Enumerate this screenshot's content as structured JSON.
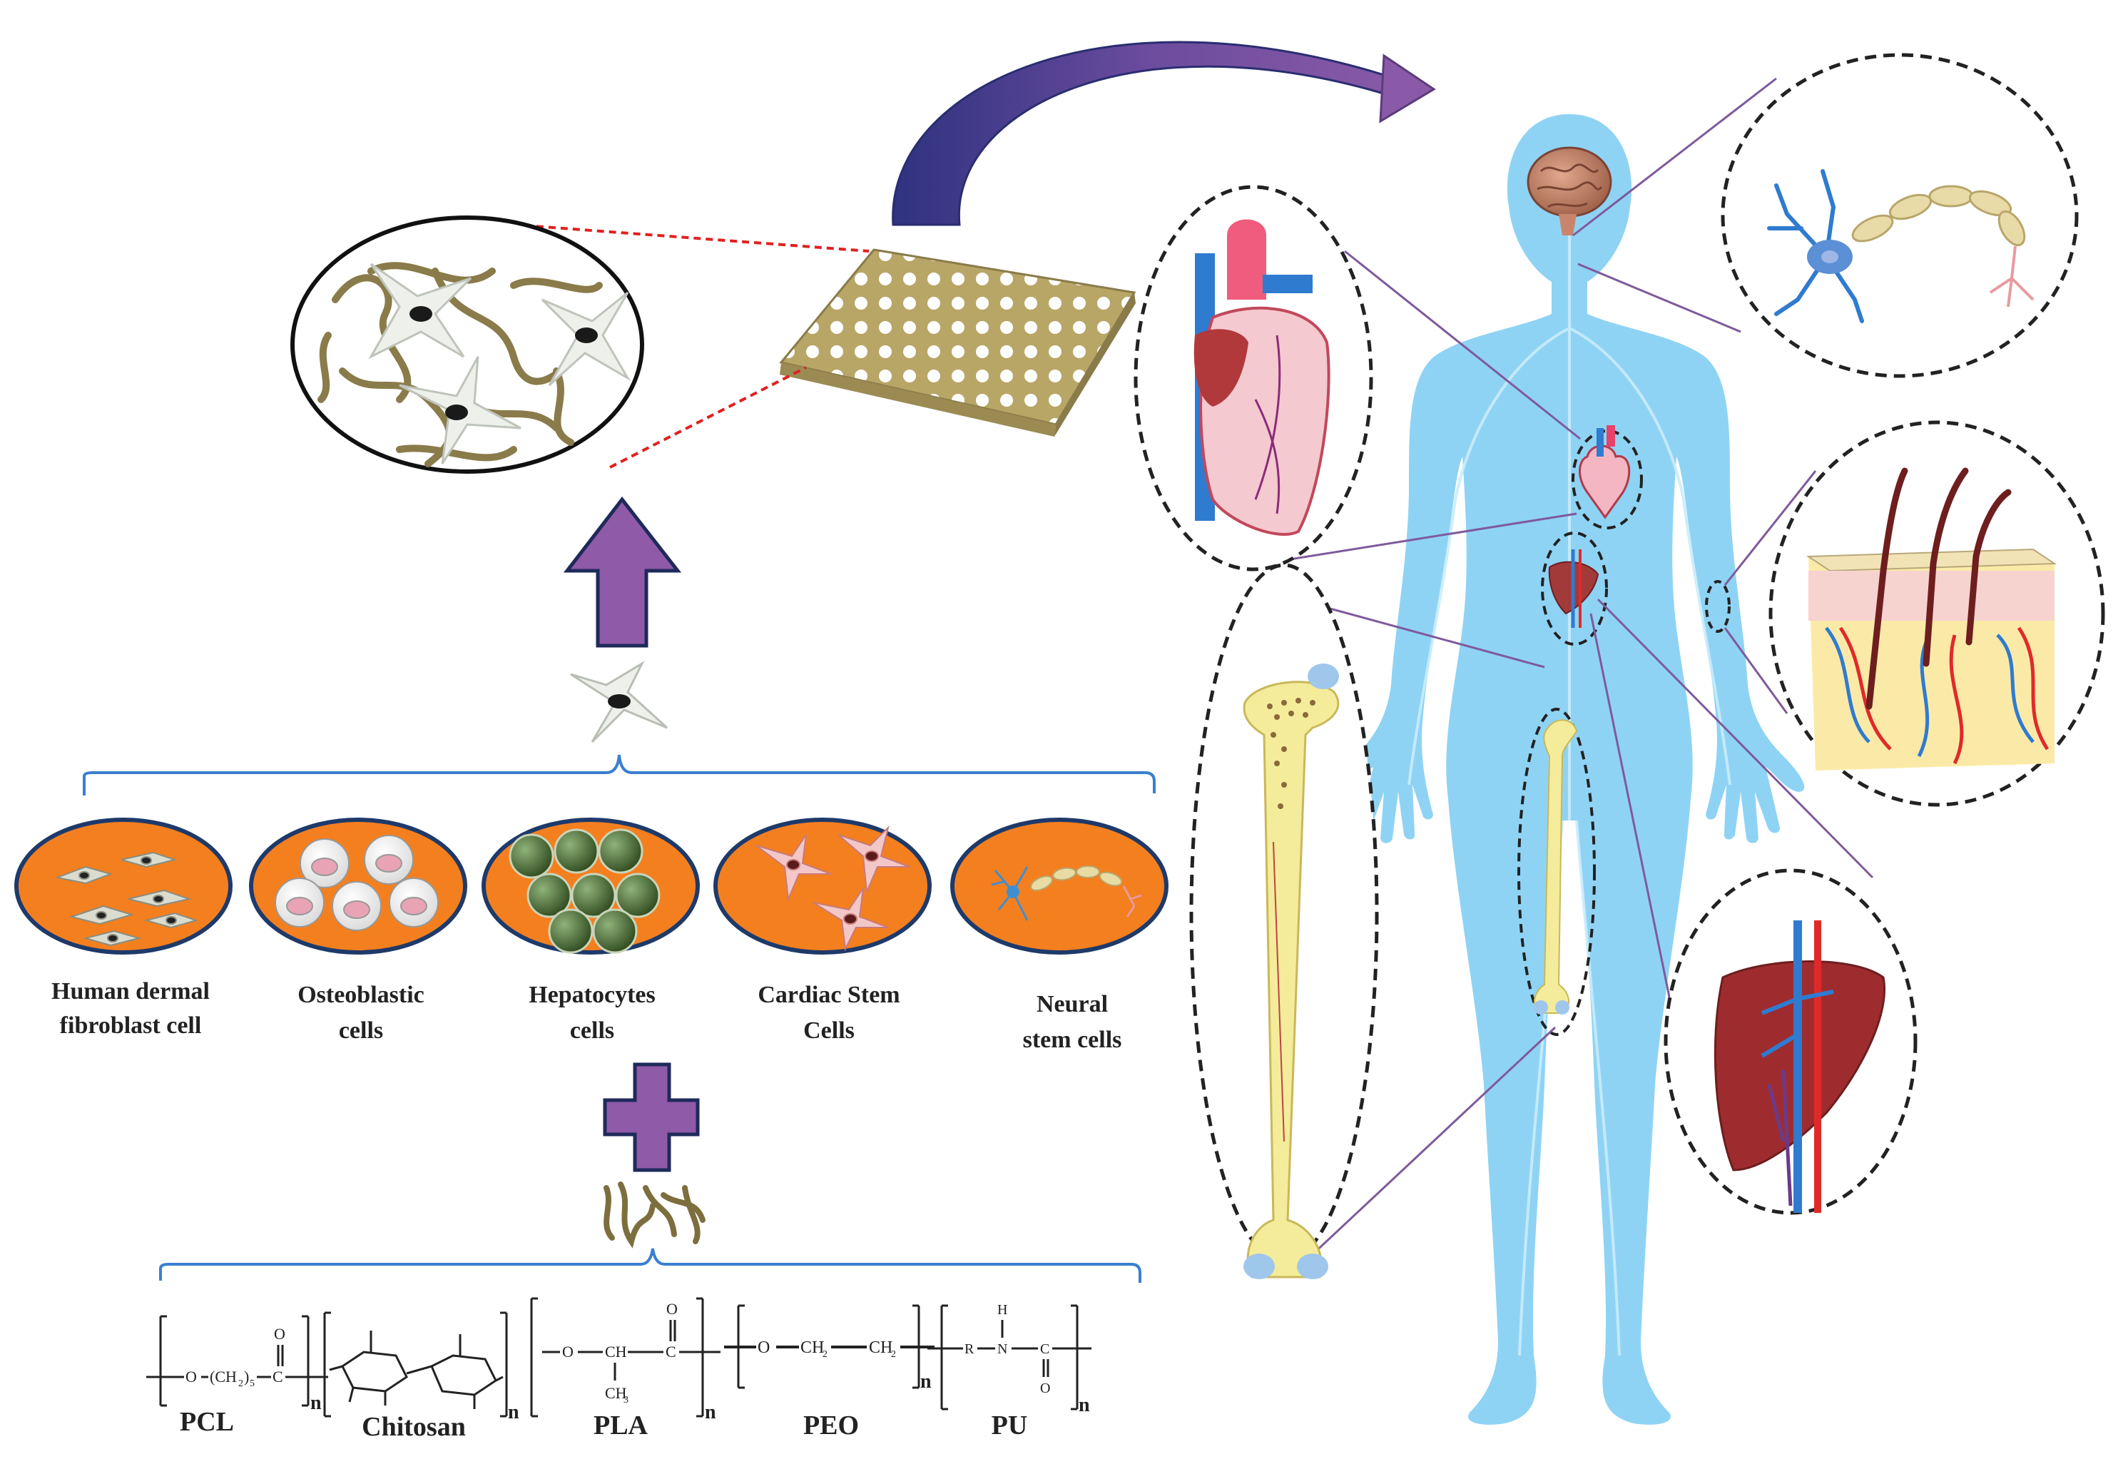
{
  "cell_types": [
    {
      "id": "fibroblast",
      "label_lines": [
        "Human dermal",
        "fibroblast cell"
      ]
    },
    {
      "id": "osteoblast",
      "label_lines": [
        "Osteoblastic",
        "cells"
      ]
    },
    {
      "id": "hepatocyte",
      "label_lines": [
        "Hepatocytes",
        "cells"
      ]
    },
    {
      "id": "cardiac",
      "label_lines": [
        "Cardiac Stem",
        "Cells"
      ]
    },
    {
      "id": "neural",
      "label_lines": [
        "Neural",
        "stem cells"
      ]
    }
  ],
  "polymers": [
    {
      "id": "pcl",
      "label": "PCL",
      "formula_parts": [
        "O",
        "(CH",
        "2",
        ")",
        "5",
        "C",
        "O",
        "n"
      ]
    },
    {
      "id": "chitosan",
      "label": "Chitosan",
      "formula_parts": [
        "n"
      ]
    },
    {
      "id": "pla",
      "label": "PLA",
      "formula_parts": [
        "O",
        "CH",
        "C",
        "O",
        "CH",
        "3",
        "n"
      ]
    },
    {
      "id": "peo",
      "label": "PEO",
      "formula_parts": [
        "O",
        "CH",
        "2",
        "CH",
        "2",
        "n"
      ]
    },
    {
      "id": "pu",
      "label": "PU",
      "formula_parts": [
        "R",
        "N",
        "H",
        "C",
        "O",
        "n"
      ]
    }
  ],
  "organs": [
    "brain",
    "heart",
    "liver",
    "bone",
    "skin",
    "neuron"
  ],
  "colors": {
    "body": "#8fd3f4",
    "ellipse_fill": "#f47f1f",
    "arrow_purple": "#8f5aa8",
    "curved_arrow": "#3a3d8c",
    "bracket": "#3a7fd0",
    "connector": "#7e5a9c",
    "scaffold": "#b9a96c",
    "fiber": "#8a7b4a"
  }
}
